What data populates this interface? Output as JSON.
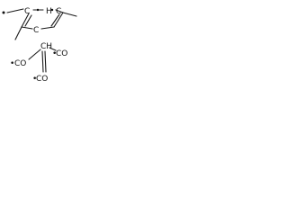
{
  "molecule": {
    "atoms": {
      "ring_ch_left": "C",
      "ring_h": "H",
      "ring_ch_right": "C",
      "ring_ch_bottom": "C",
      "metal": "CH",
      "carbonyl_right": "CO",
      "carbonyl_left": "CO",
      "carbonyl_bottom": "CO"
    },
    "radical_marker": "•"
  }
}
